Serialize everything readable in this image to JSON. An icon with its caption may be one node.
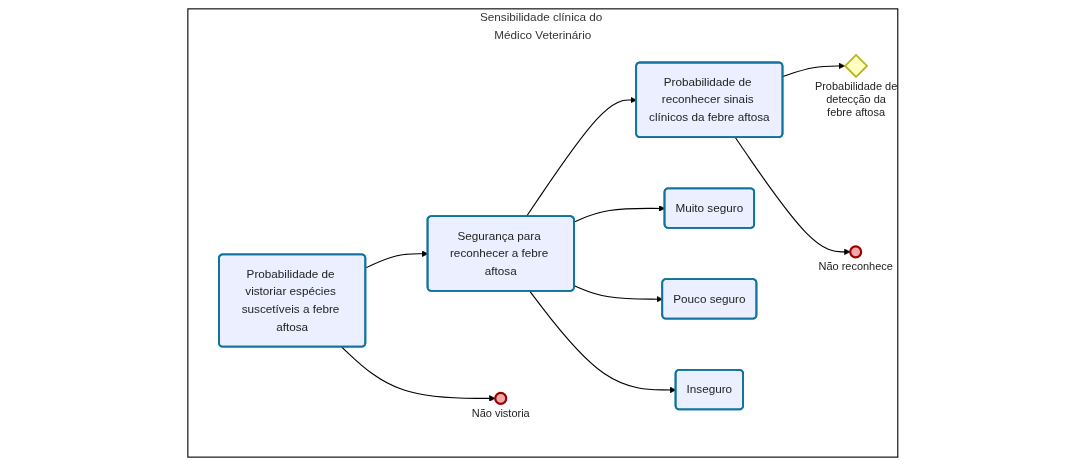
{
  "diagram": {
    "nodes": [
      {
        "text": [
          "Sensibilidade clínica do Médico Veterinário"
        ]
      },
      {
        "text": [
          "Probabilidade de vistoriar espécies suscetíveis a febre aftosa"
        ],
        "in": 0
      },
      {
        "text": [
          "Segurança para reconhecer a febre aftosa"
        ],
        "in": 0
      },
      {
        "text": [
          "Probabilidade de reconhecer sinais clínicos da febre aftosa"
        ],
        "in": 0
      },
      {
        "text": [],
        "shape": "diamond",
        "in": 0,
        "beside": [
          "Probabilidade de detecção da febre aftosa"
        ]
      },
      {
        "text": [],
        "shape": "circle",
        "in": 0,
        "beside": [
          "Não vistoria"
        ]
      },
      {
        "text": [
          "Muito seguro"
        ],
        "in": 0
      },
      {
        "text": [
          "Pouco seguro"
        ],
        "in": 0
      },
      {
        "text": [
          "Inseguro"
        ],
        "in": 0
      },
      {
        "text": [],
        "shape": "circle",
        "in": 0,
        "beside": [
          "Não reconhece"
        ]
      }
    ],
    "edges": [
      {
        "from": 1,
        "to": 2,
        "arrow": "to"
      },
      {
        "from": 2,
        "to": 3,
        "arrow": "to"
      },
      {
        "from": 3,
        "to": 4,
        "arrow": "to"
      },
      {
        "from": 1,
        "to": 5,
        "arrow": "to"
      },
      {
        "from": 2,
        "to": 6,
        "arrow": "to"
      },
      {
        "from": 2,
        "to": 7,
        "arrow": "to"
      },
      {
        "from": 2,
        "to": 8,
        "arrow": "to"
      },
      {
        "from": 3,
        "to": 9,
        "arrow": "to"
      }
    ]
  }
}
